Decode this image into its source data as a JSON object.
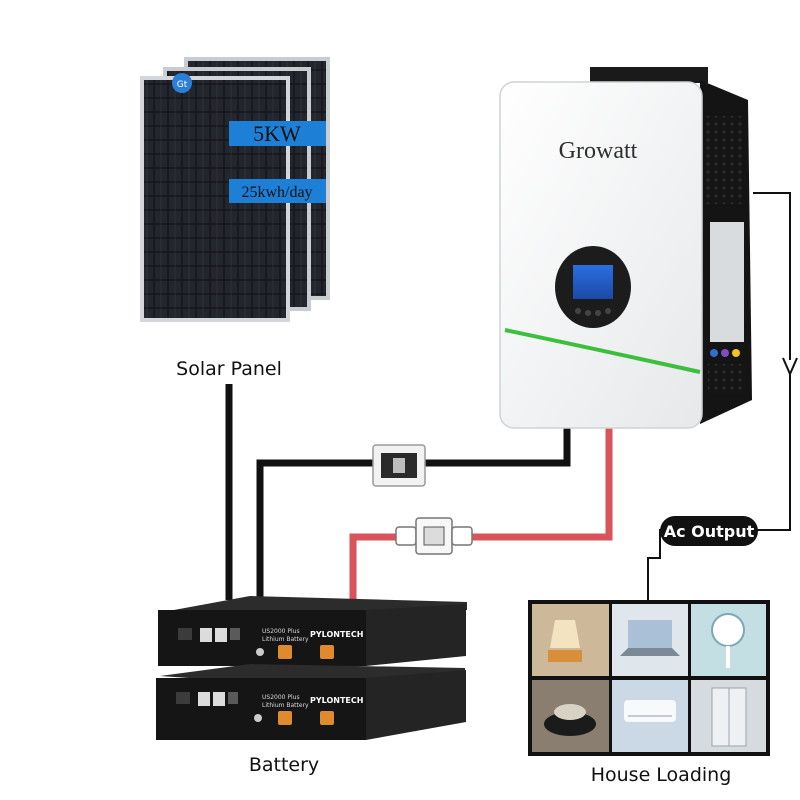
{
  "solar_panel": {
    "power_badge": "5KW",
    "energy_badge": "25kwh/day",
    "label": "Solar Panel"
  },
  "inverter": {
    "brand": "Growatt"
  },
  "battery": {
    "label": "Battery",
    "module_model": "US2000 Plus",
    "module_type": "Lithium Battery",
    "module_brand": "PYLONTECH"
  },
  "output": {
    "label": "Ac Output"
  },
  "house": {
    "label": "House Loading",
    "appliances": [
      "table-lamp",
      "laptop",
      "fan",
      "cooktop",
      "air-conditioner",
      "refrigerator"
    ]
  },
  "colors": {
    "negative_cable": "#111111",
    "positive_cable": "#d9545a",
    "badge_blue": "#1e7fd6",
    "inverter_green": "#3cbf3c",
    "brand_green": "#3a9a3a"
  }
}
